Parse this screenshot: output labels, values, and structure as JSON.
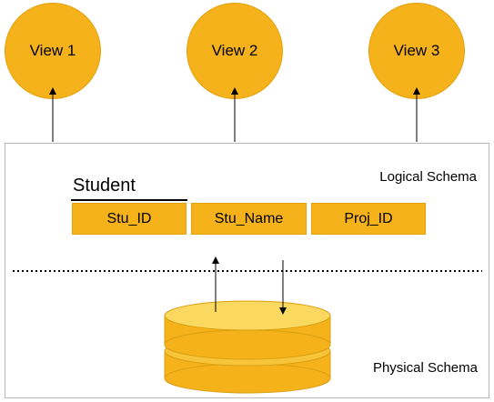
{
  "views": [
    {
      "label": "View 1"
    },
    {
      "label": "View 2"
    },
    {
      "label": "View 3"
    }
  ],
  "logical_schema": {
    "label": "Logical Schema",
    "table_name": "Student",
    "fields": [
      "Stu_ID",
      "Stu_Name",
      "Proj_ID"
    ]
  },
  "physical_schema": {
    "label": "Physical Schema"
  },
  "colors": {
    "accent": "#f5b21a",
    "disk_top": "#fbd860",
    "border": "#b9b9b9"
  }
}
